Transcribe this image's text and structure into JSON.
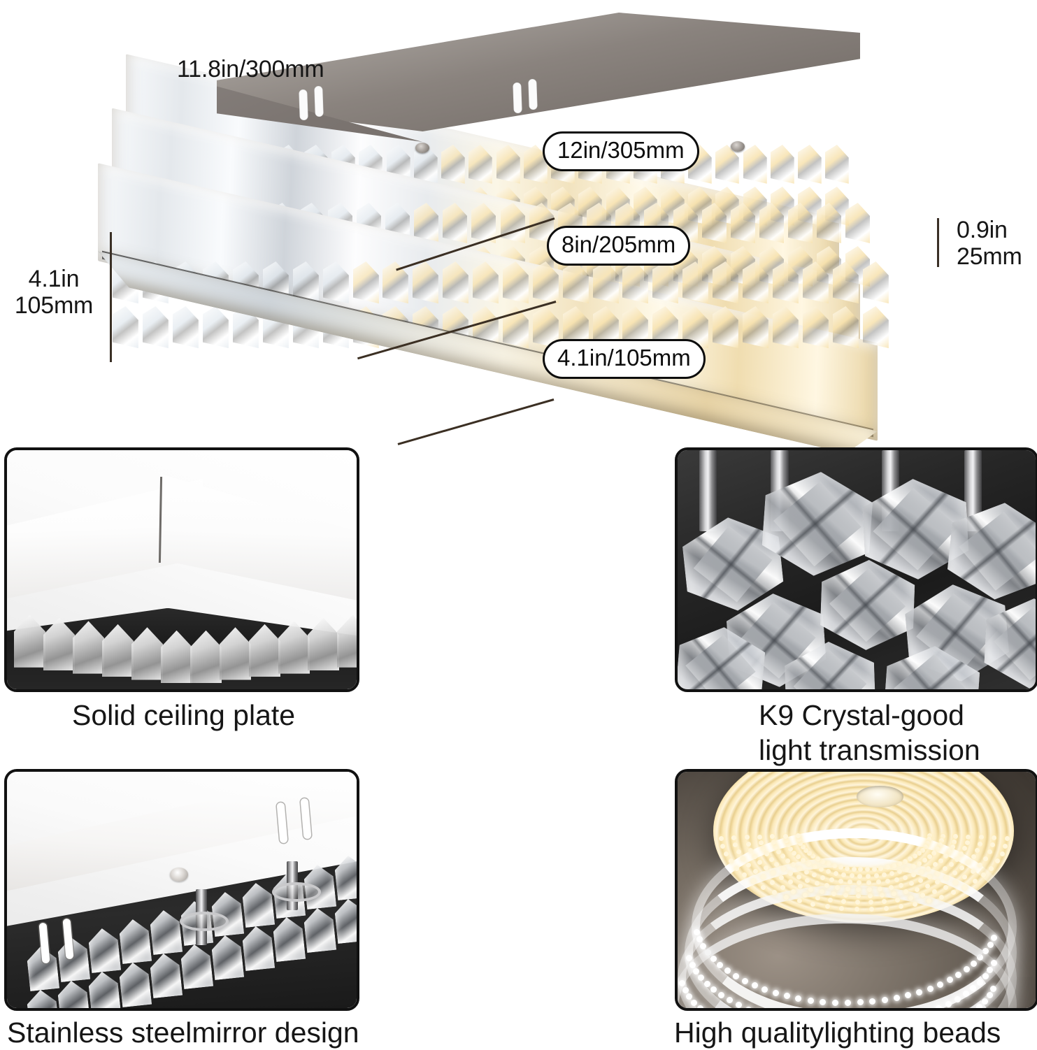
{
  "hero": {
    "dimensions": {
      "width_label": "11.8in/300mm",
      "height_label": "4.1in\n105mm",
      "depth_label": "0.9in\n25mm"
    },
    "callouts": [
      {
        "id": "tier-1",
        "text": "12in/305mm"
      },
      {
        "id": "tier-2",
        "text": "8in/205mm"
      },
      {
        "id": "tier-3",
        "text": "4.1in/105mm"
      }
    ]
  },
  "features": [
    {
      "id": "solid-ceiling-plate",
      "caption": "Solid ceiling plate",
      "image_alt": "solid-ceiling-plate-photo"
    },
    {
      "id": "k9-crystal",
      "caption": "K9 Crystal-good\nlight transmission",
      "image_alt": "k9-crystal-photo"
    },
    {
      "id": "stainless-steel-mirror",
      "caption": "Stainless steelmirror design",
      "image_alt": "stainless-steel-mirror-photo"
    },
    {
      "id": "lighting-beads",
      "caption": "High qualitylighting beads",
      "image_alt": "led-strip-reel-photo"
    }
  ],
  "colors": {
    "background": "#ffffff",
    "text": "#161616",
    "callout_border": "#0d0d0d",
    "dimension_line": "#3a3026",
    "panel_border": "#111111",
    "chrome": "#8a837e",
    "warm_led": "#fbe9b9",
    "cool_led": "#ffffff"
  }
}
